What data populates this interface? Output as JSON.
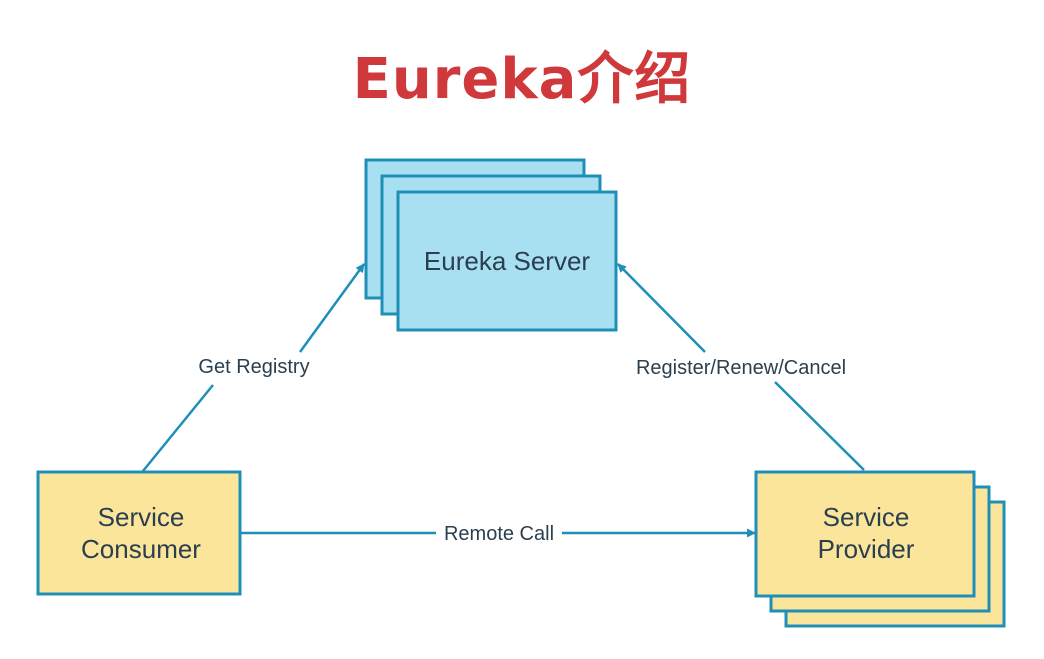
{
  "title": "Eureka介绍",
  "nodes": {
    "server": {
      "label": "Eureka Server"
    },
    "consumer": {
      "line1": "Service",
      "line2": "Consumer"
    },
    "provider": {
      "line1": "Service",
      "line2": "Provider"
    }
  },
  "edges": {
    "get_registry": "Get Registry",
    "register_renew_cancel": "Register/Renew/Cancel",
    "remote_call": "Remote Call"
  },
  "colors": {
    "title": "#d0393b",
    "server_fill": "#a8e0f2",
    "server_stroke": "#1f8fb8",
    "service_fill": "#fbe59a",
    "service_stroke": "#1f8fb8",
    "arrow": "#1f8fb8",
    "text": "#2a3f4f"
  }
}
